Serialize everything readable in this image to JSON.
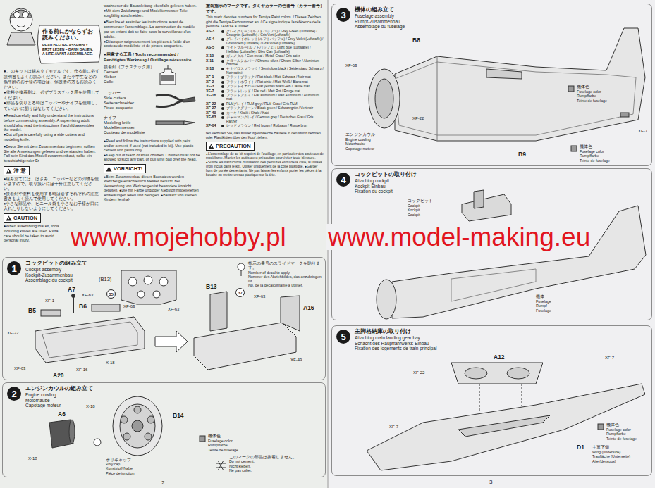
{
  "diagram": {
    "nodes": [
      {
        "text": [
          "注 意"
        ]
      },
      {
        "text": [
          "CAUTION"
        ]
      },
      {
        "text": [
          "VORSICHT!"
        ]
      },
      {
        "text": [
          "PRECAUTION"
        ]
      },
      {
        "text": [
          "コックピットの組み立て",
          "Cockpit assembly",
          "Kockpit-Zusammenbau",
          "Assemblage du cockpit"
        ]
      },
      {
        "text": [
          "1"
        ],
        "in": 4
      },
      {
        "text": [
          "35"
        ],
        "in": 4
      },
      {
        "text": [
          "37"
        ],
        "in": 4
      },
      {
        "text": [
          "エンジンカウルの組み立て",
          "Engine cowling",
          "Motorhaube",
          "Capotage moteur"
        ]
      },
      {
        "text": [
          "2"
        ],
        "in": 8
      },
      {
        "text": [
          "機体の組み立て",
          "Fuselage assembly",
          "Rumpf-Zusammenbau",
          "Assemblage du fuselage"
        ]
      },
      {
        "text": [
          "3"
        ],
        "in": 10
      },
      {
        "text": [
          "コックピットの取り付け",
          "Attaching cockpit",
          "Kockpit-Einbau",
          "Fixation du cockpit"
        ]
      },
      {
        "text": [
          "4"
        ],
        "in": 12
      },
      {
        "text": [
          "主脚格納庫の取り付け",
          "Attaching main landing gear bay",
          "Schacht des Hauptfahrwerks-Einbau",
          "Fixation des logements de train principal"
        ]
      },
      {
        "text": [
          "5"
        ],
        "in": 14
      }
    ],
    "labels": [
      "作る前にかならずお読みください。",
      "READ BEFORE ASSEMBLY",
      "ERST LESEN – DANN BAUEN.",
      "A LIRE AVANT ASSEMBLAGE.",
      "●このキットは組み立てモデルです。作る前に必ず説明書をよくお読みください。また小学生などの低年齢のお子様の場合は、保護者の方もお読みください。",
      "●塗料や接着剤は、必ずプラスチック用を使用してください。",
      "●部品を切りとる時はニッパーやナイフを使用し、ていねいに切りはなしてください。",
      "●Read carefully and fully understand the instructions before commencing assembly. A supervising adult should also read the instructions if a child assembles the model.",
      "●Cut off parts carefully using a side cutters and modeling knife.",
      "●Bevor Sie mit dem Zusammenbau beginnen, sollten Sie alle Anweisungen gelesen und verstanden haben. Fall sein Kind das Modell zusammenbaut, sollte ein beaufsichtigender Er-",
      "●組み立てには、はさみ、ニッパーなどの刃物を使いますので、取り扱いには十分注意してください。",
      "●接着剤や塗料を使用する時は必ずそれぞれの注意書きをよく読んで使用してください。",
      "●小さな部品や、ビニール袋を小さなお子様が口に入れたりしないようにしてください。",
      "●When assembling this kit, tools including knives are used. Extra care should be taken to avoid personal injury.",
      "wachsener die Bauanleitung ebenfalls gelesen haben.",
      "●Mit dem Zwickzange und Modelliermesser Teile sorgfältig abschneiden.",
      "●Bien lire et assimiler les instructions avant de commencer l'assemblage. La construction du modèle par un enfant doit se faire sous la surveillance d'un adulte.",
      "●Découper soigneusement les pièces à l'aide d'un couteau de modéliste et de pinces coupantes.",
      "●用意する工具 / Tools recommended / Benötigtes Werkzeug / Outillage nécessaire",
      "接着剤（プラスチック用）",
      "Cement",
      "Kleber",
      "Colle",
      "ニッパー",
      "Side cutters",
      "Seitenschneider",
      "Pince coupante",
      "ナイフ",
      "Modeling knife",
      "Modelliermesser",
      "Couteau de modéliste",
      "●Read and follow the instructions supplied with paint and/or cement, if used (not included in kit). Use plastic cement and paints only.",
      "●Keep out of reach of small children. Children must not be allowed to suck any part, or pull vinyl bag over the head.",
      "●Beim Zusammenbau dieses Bausatzes werden Werkzeuge einschließlich Messer benutzt. Bei Verwendung von Werkzeugen ist besondere Vorsicht geboten. ●Die mit Farbe und/oder Klebstoff mitgelieferten Anweisungen lesen und befolgen. ●Bausatz von kleinen Kindern fernhal-",
      "塗装指示のマークです。タミヤカラーの色番号（カラー番号）です。",
      "This mark denotes numbers for Tamiya Paint colors. / Dieses Zeichen gibt die Tamiya-Farbnummer an. / Ce signe indique la référence de la peinture TAMIYA à utiliser.",
      "AS-3",
      "グレイグリーン(ルフトバッフェ) / Grey Green (Luftwaffe) / Graugrün (Luftwaffe) / Gris Vert (Luftwaffe)",
      "AS-4",
      "グレイバイオレット(ルフトバッフェ) / Grey Violet (Luftwaffe) / Grauviolett (Luftwaffe) / Gris Violet (Luftwaffe)",
      "AS-5",
      "ライトブルー(ルフトバッフェ) / Light blue (Luftwaffe) / Hellblau (Luftwaffe) / Bleu Clair (Luftwaffe)",
      "X-10",
      "ガンメタル / Gun metal / Metall-Grau / Gris acier",
      "X-11",
      "クロームシルバー / Chrome silver / Chrom-Silber / Aluminium chromé",
      "X-18",
      "セミグロスブラック / Semi gloss black / Seidenglanz Schwarz / Noir satiné",
      "XF-1",
      "フラットブラック / Flat black / Matt Schwarz / Noir mat",
      "XF-2",
      "フラットホワイト / Flat white / Matt Weiß / Blanc mat",
      "XF-3",
      "フラットイエロー / Flat yellow / Matt Gelb / Jaune mat",
      "XF-7",
      "フラットレッド / Flat red / Matt Rot / Rouge mat",
      "XF-16",
      "フラットアルミ / Flat aluminum / Matt Aluminium / Aluminium mat",
      "XF-22",
      "RLMグレイ / RLM grey / RLM-Grau / Gris RLM",
      "XF-27",
      "ブラックグリーン / Black green / Schwarzgrün / Vert noir",
      "XF-49",
      "カーキ / Khaki / Khaki / Kaki",
      "XF-63",
      "ジャーマングレイ / German grey / Deutsches Grau / Gris Panzer",
      "XF-64",
      "レッドブラウン / Red brown / Rotbraun / Rouge brun",
      "ten.Verhüten Sie, daß Kinder irgendwelche Bauteile in den Mund nehmen oder Plastiktüten über den Kopf ziehen.",
      "●L'assemblage de ce kit requiert de l'outillage, en particulier des couteaux de modélisme. Manier les outils avec précaution pour éviter toute blessure. ●Suivre les instructions d'utilisation des peintures et/ou de la colle, si utilisés (non inclus dans le kit). Utiliser uniquement de la colle plastique. ●Garder hors de portée des enfants. Ne pas laisser les enfants porter les pièces à la bouche ou mettre un sac plastique sur la tête.",
      "(B13)",
      "XF-63",
      "A7",
      "B5",
      "XF-1",
      "XF-63",
      "B6",
      "XF-63",
      "XF-22",
      "X-18",
      "XF-63",
      "XF-16",
      "A20",
      "B13",
      "XF-63",
      "A16",
      "XF-49",
      "指示の番号のスライドマークを貼ります。",
      "Number of decal to apply.",
      "Nummer des Abziehbildes, das anzubringen ist.",
      "No. de la décalcomanie à utiliser.",
      "X-18",
      "B14",
      "A6",
      "X-18",
      "ポリキャップ",
      "Poly cap",
      "Kunststoff-Nabe",
      "Pièce de jonction",
      "機体色",
      "Fuselage color",
      "Rumpffarbe",
      "Teinte de fuselage",
      "このマークの部品は接着しません。",
      "Do not cement.",
      "Nicht kleben.",
      "Ne pas coller.",
      "B8",
      "XF-63",
      "XF-22",
      "XF-7",
      "機体色",
      "Fuselage color",
      "Rumpffarbe",
      "Teinte de fuselage",
      "機体色",
      "Fuselage color",
      "Rumpffarbe",
      "Teinte de fuselage",
      "B9",
      "エンジンカウル",
      "Engine cowling",
      "Motorhaube",
      "Capotage moteur",
      "コックピット",
      "Cockpit",
      "Kockpit",
      "Cockpit",
      "機体",
      "Fuselage",
      "Rumpf",
      "Fuselage",
      "A12",
      "XF-22",
      "XF-7",
      "XF-7",
      "機体色",
      "Fuselage color",
      "Rumpffarbe",
      "Teinte de fuselage",
      "D1",
      "主翼下側",
      "Wing (underside)",
      "Tragfläche (Unterseite)",
      "Aile (dessous)",
      "2",
      "3",
      "www.mojehobby.pl",
      "www.model-making.eu"
    ]
  }
}
